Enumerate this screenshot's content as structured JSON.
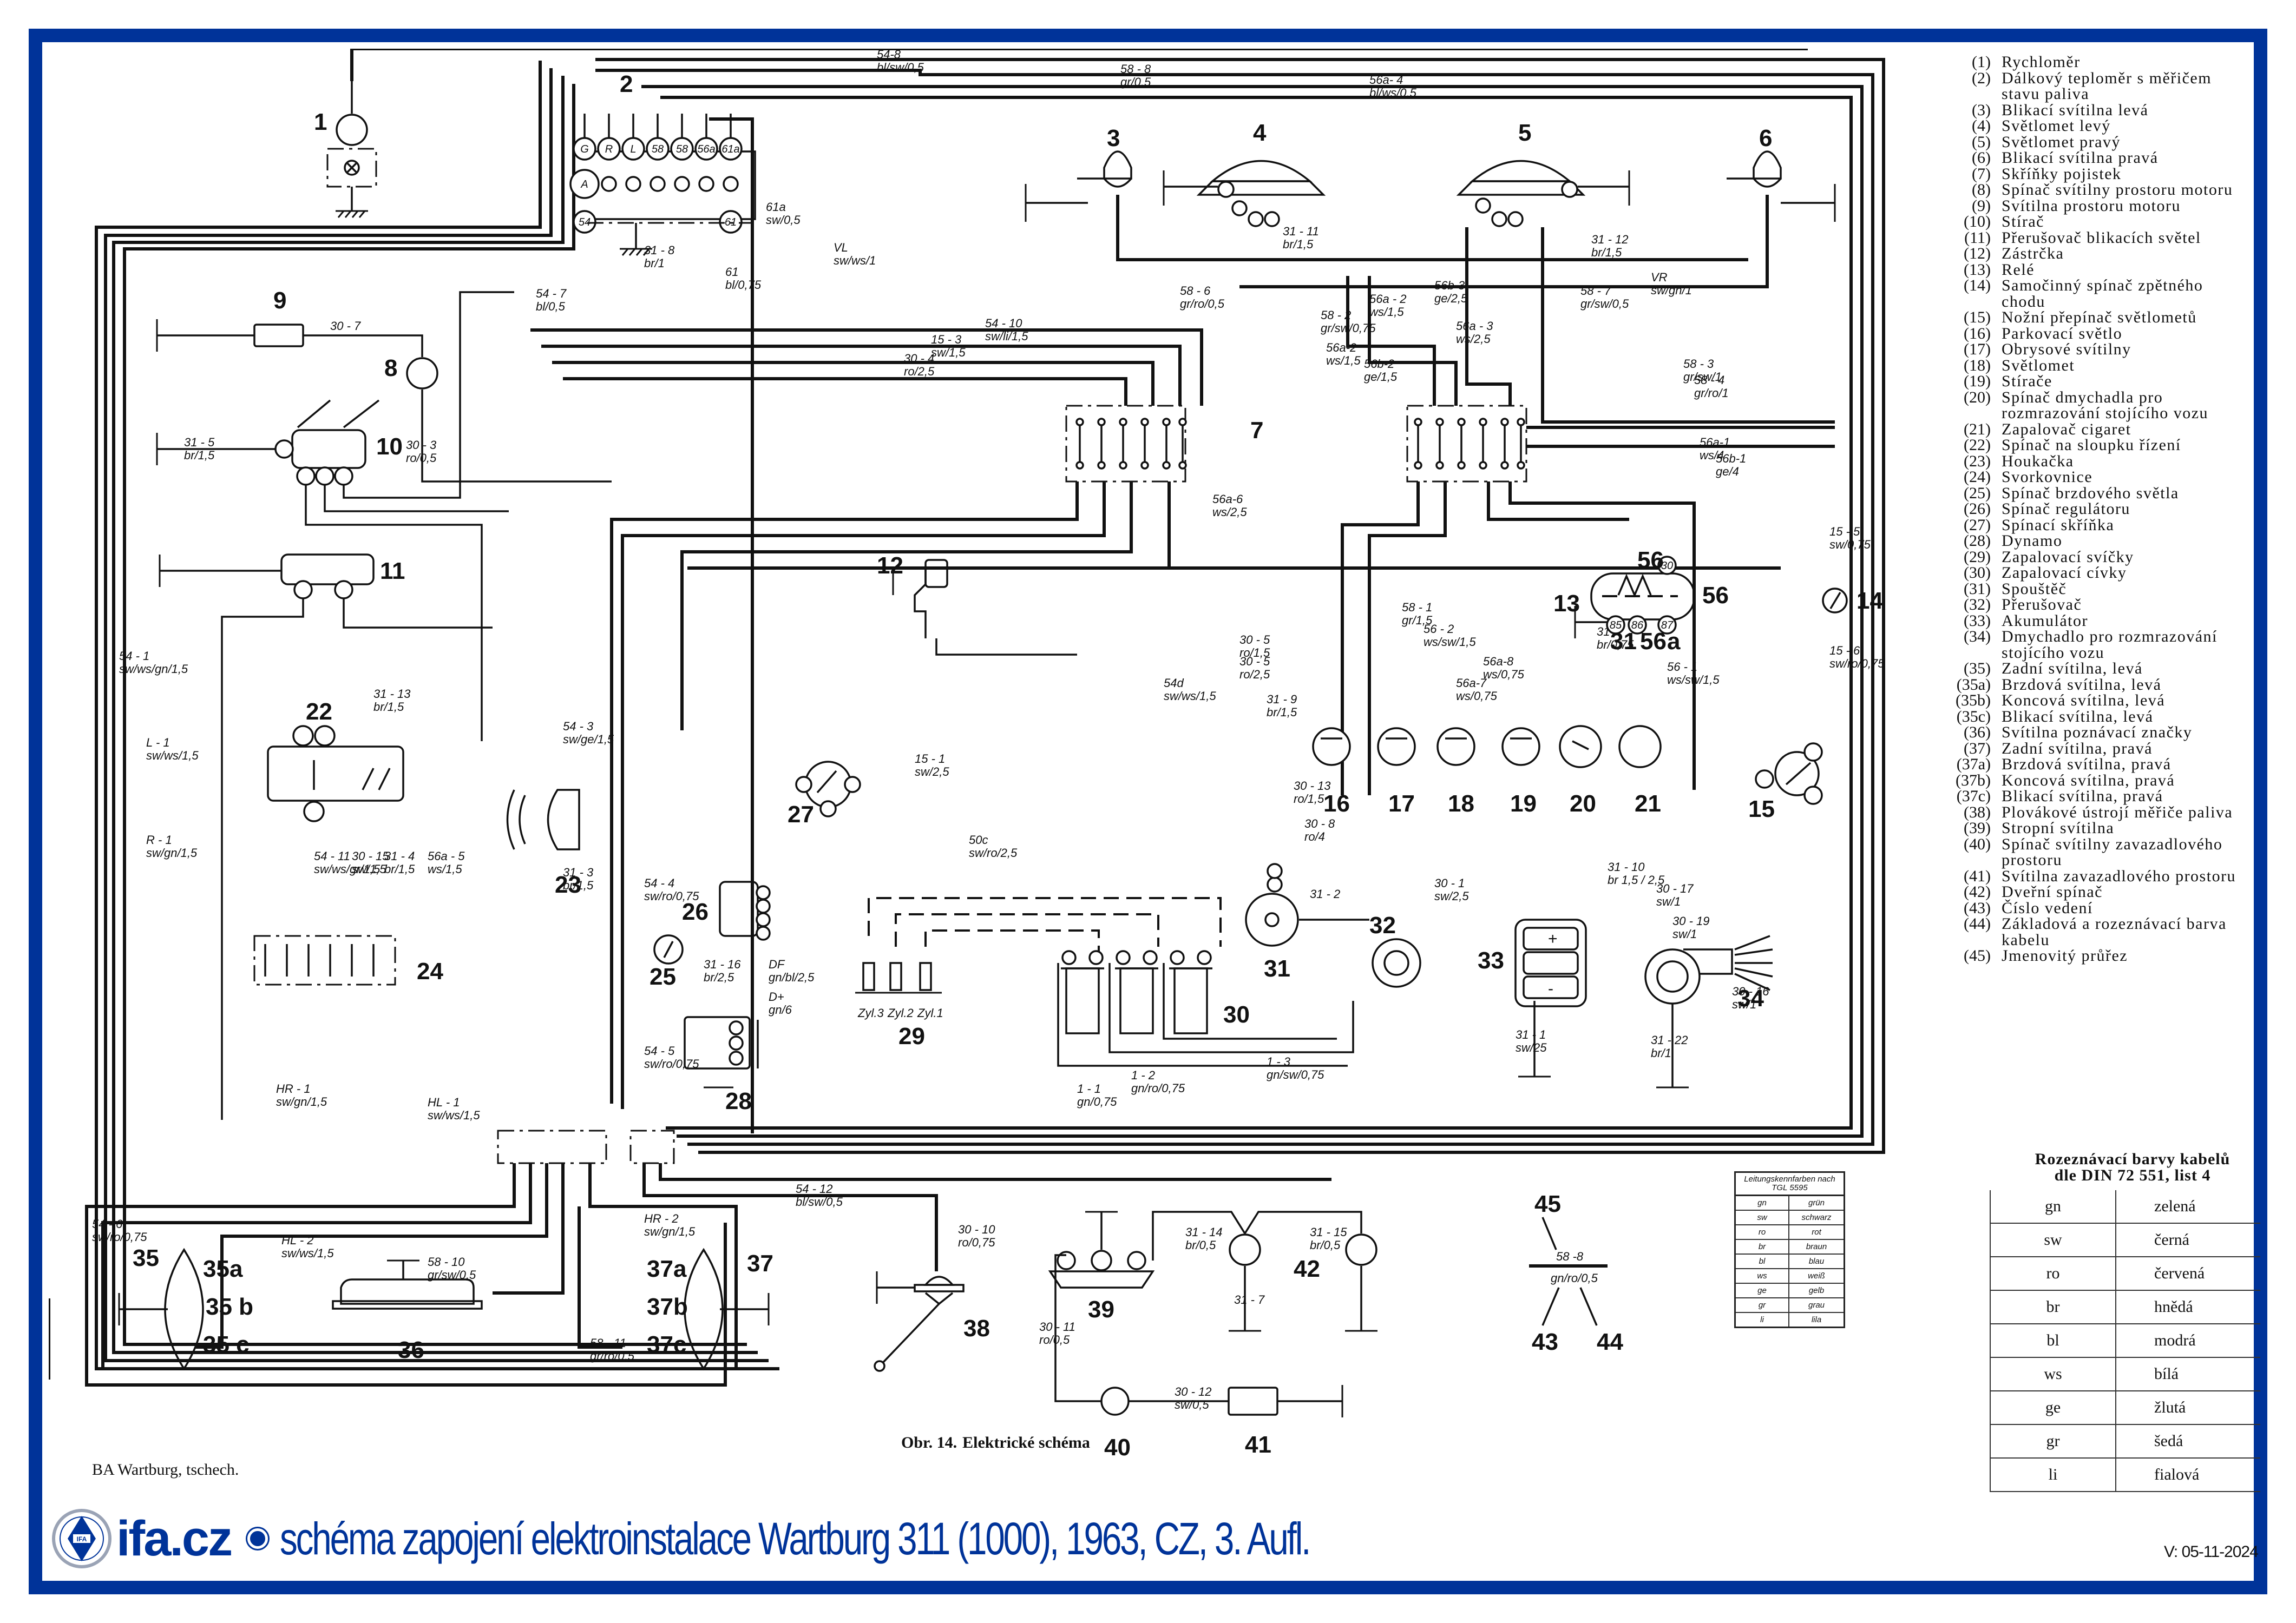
{
  "page": {
    "brand": "ifa.cz",
    "footer_title": "schéma zapojení elektroinstalace Wartburg 311 (1000), 1963, CZ, 3. Aufl.",
    "version": "V: 05-11-2024",
    "frame_color": "#003399",
    "source_note": "BA Wartburg, tschech.",
    "caption_no": "Obr. 14.",
    "caption_text": "Elektrické schéma",
    "logo_ring_text": "INDUSTRIEVERBAND FAHRZEUGBAU DER DDR",
    "logo_center": "IFA"
  },
  "legend": [
    {
      "no": "(1)",
      "text": "Rychloměr"
    },
    {
      "no": "(2)",
      "text": "Dálkový teploměr s měřičem stavu paliva"
    },
    {
      "no": "(3)",
      "text": "Blikací svítilna levá"
    },
    {
      "no": "(4)",
      "text": "Světlomet levý"
    },
    {
      "no": "(5)",
      "text": "Světlomet pravý"
    },
    {
      "no": "(6)",
      "text": "Blikací svítilna pravá"
    },
    {
      "no": "(7)",
      "text": "Skříňky pojistek"
    },
    {
      "no": "(8)",
      "text": "Spínač svítilny prostoru motoru"
    },
    {
      "no": "(9)",
      "text": "Svítilna prostoru motoru"
    },
    {
      "no": "(10)",
      "text": "Stírač"
    },
    {
      "no": "(11)",
      "text": "Přerušovač blikacích světel"
    },
    {
      "no": "(12)",
      "text": "Zástrčka"
    },
    {
      "no": "(13)",
      "text": "Relé"
    },
    {
      "no": "(14)",
      "text": "Samočinný spínač zpětného chodu"
    },
    {
      "no": "(15)",
      "text": "Nožní přepínač světlometů"
    },
    {
      "no": "(16)",
      "text": "Parkovací světlo"
    },
    {
      "no": "(17)",
      "text": "Obrysové svítilny"
    },
    {
      "no": "(18)",
      "text": "Světlomet"
    },
    {
      "no": "(19)",
      "text": "Stírače"
    },
    {
      "no": "(20)",
      "text": "Spínač dmychadla pro rozmrazování stojícího vozu"
    },
    {
      "no": "(21)",
      "text": "Zapalovač cigaret"
    },
    {
      "no": "(22)",
      "text": "Spínač na sloupku řízení"
    },
    {
      "no": "(23)",
      "text": "Houkačka"
    },
    {
      "no": "(24)",
      "text": "Svorkovnice"
    },
    {
      "no": "(25)",
      "text": "Spínač brzdového světla"
    },
    {
      "no": "(26)",
      "text": "Spínač regulátoru"
    },
    {
      "no": "(27)",
      "text": "Spínací skříňka"
    },
    {
      "no": "(28)",
      "text": "Dynamo"
    },
    {
      "no": "(29)",
      "text": "Zapalovací svíčky"
    },
    {
      "no": "(30)",
      "text": "Zapalovací cívky"
    },
    {
      "no": "(31)",
      "text": "Spouštěč"
    },
    {
      "no": "(32)",
      "text": "Přerušovač"
    },
    {
      "no": "(33)",
      "text": "Akumulátor"
    },
    {
      "no": "(34)",
      "text": "Dmychadlo pro rozmrazování stojícího vozu"
    },
    {
      "no": "(35)",
      "text": "Zadní svítilna, levá"
    },
    {
      "no": "(35a)",
      "text": "Brzdová svítilna, levá"
    },
    {
      "no": "(35b)",
      "text": "Koncová svítilna, levá"
    },
    {
      "no": "(35c)",
      "text": "Blikací svítilna, levá"
    },
    {
      "no": "(36)",
      "text": "Svítilna poznávací značky"
    },
    {
      "no": "(37)",
      "text": "Zadní svítilna, pravá"
    },
    {
      "no": "(37a)",
      "text": "Brzdová svítilna, pravá"
    },
    {
      "no": "(37b)",
      "text": "Koncová svítilna, pravá"
    },
    {
      "no": "(37c)",
      "text": "Blikací svítilna, pravá"
    },
    {
      "no": "(38)",
      "text": "Plovákové ústrojí měřiče paliva"
    },
    {
      "no": "(39)",
      "text": "Stropní svítilna"
    },
    {
      "no": "(40)",
      "text": "Spínač svítilny zavazadlového prostoru"
    },
    {
      "no": "(41)",
      "text": "Svítilna zavazadlového prostoru"
    },
    {
      "no": "(42)",
      "text": "Dveřní spínač"
    },
    {
      "no": "(43)",
      "text": "Číslo vedení"
    },
    {
      "no": "(44)",
      "text": "Základová a rozeznávací barva kabelu"
    },
    {
      "no": "(45)",
      "text": "Jmenovitý průřez"
    }
  ],
  "color_table": {
    "title_line1": "Rozeznávací barvy kabelů",
    "title_line2": "dle DIN 72 551, list 4",
    "rows": [
      {
        "code": "gn",
        "name": "zelená"
      },
      {
        "code": "sw",
        "name": "černá"
      },
      {
        "code": "ro",
        "name": "červená"
      },
      {
        "code": "br",
        "name": "hnědá"
      },
      {
        "code": "bl",
        "name": "modrá"
      },
      {
        "code": "ws",
        "name": "bílá"
      },
      {
        "code": "ge",
        "name": "žlutá"
      },
      {
        "code": "gr",
        "name": "šedá"
      },
      {
        "code": "li",
        "name": "fialová"
      }
    ]
  },
  "de_table": {
    "title": "Leitungskennfarben nach TGL 5595",
    "rows": [
      {
        "code": "gn",
        "name": "grün"
      },
      {
        "code": "sw",
        "name": "schwarz"
      },
      {
        "code": "ro",
        "name": "rot"
      },
      {
        "code": "br",
        "name": "braun"
      },
      {
        "code": "bl",
        "name": "blau"
      },
      {
        "code": "ws",
        "name": "weiß"
      },
      {
        "code": "ge",
        "name": "gelb"
      },
      {
        "code": "gr",
        "name": "grau"
      },
      {
        "code": "li",
        "name": "lila"
      }
    ]
  },
  "wire_example": {
    "ref_45": "45",
    "ref_43": "43",
    "ref_44": "44",
    "line_no": "58 -8",
    "color_size": "gn/ro/0,5"
  },
  "components": {
    "c1": "1",
    "c2": "2",
    "c3": "3",
    "c4": "4",
    "c5": "5",
    "c6": "6",
    "c7": "7",
    "c8": "8",
    "c9": "9",
    "c10": "10",
    "c11": "11",
    "c12": "12",
    "c13": "13",
    "c14": "14",
    "c15": "15",
    "c16": "16",
    "c17": "17",
    "c18": "18",
    "c19": "19",
    "c20": "20",
    "c21": "21",
    "c22": "22",
    "c23": "23",
    "c24": "24",
    "c25": "25",
    "c26": "26",
    "c27": "27",
    "c28": "28",
    "c29": "29",
    "c30": "30",
    "c31": "31",
    "c32": "32",
    "c33": "33",
    "c34": "34",
    "c35": "35",
    "c35a": "35a",
    "c35b": "35 b",
    "c35c": "35 c",
    "c36": "36",
    "c37": "37",
    "c37a": "37a",
    "c37b": "37b",
    "c37c": "37c",
    "c38": "38",
    "c39": "39",
    "c40": "40",
    "c41": "41",
    "c42": "42"
  },
  "gauge_pins": [
    "G",
    "R",
    "L",
    "58",
    "58",
    "56a",
    "61a"
  ],
  "gauge_pins_lower": [
    "A",
    "54",
    "61"
  ],
  "relay_pins": {
    "p30": "30",
    "p85": "85",
    "p86": "86",
    "p87": "87",
    "tag31": "31",
    "tag56": "56",
    "taga": "a",
    "tag56top": "56",
    "tag56side": "56"
  },
  "cylinders": [
    "Zyl.3",
    "Zyl.2",
    "Zyl.1"
  ],
  "battery": {
    "plus": "+",
    "minus": "-"
  },
  "wires": [
    {
      "no": "54-8",
      "spec": "bl/sw/0,5"
    },
    {
      "no": "58 - 8",
      "spec": "gr/0,5"
    },
    {
      "no": "56a- 4",
      "spec": "bl/ws/0,5"
    },
    {
      "no": "31 - 8",
      "spec": "br/1"
    },
    {
      "no": "54 - 7",
      "spec": "bl/0,5"
    },
    {
      "no": "61a",
      "spec": "sw/0,5"
    },
    {
      "no": "61",
      "spec": "bl/0,75"
    },
    {
      "no": "VL",
      "spec": "sw/ws/1"
    },
    {
      "no": "VR",
      "spec": "sw/gn/1"
    },
    {
      "no": "30 - 7",
      "spec": ""
    },
    {
      "no": "30 - 3",
      "spec": "ro/0,5"
    },
    {
      "no": "31 - 5",
      "spec": "br/1,5"
    },
    {
      "no": "54 - 10",
      "spec": "sw/li/1,5"
    },
    {
      "no": "15 - 3",
      "spec": "sw/1,5"
    },
    {
      "no": "30 - 4",
      "spec": "ro/2,5"
    },
    {
      "no": "56a-2",
      "spec": "ws/1,5"
    },
    {
      "no": "56b-2",
      "spec": "ge/1,5"
    },
    {
      "no": "56b-3",
      "spec": "ge/2,5"
    },
    {
      "no": "58 - 3",
      "spec": "gr/sw/1"
    },
    {
      "no": "58 - 4",
      "spec": "gr/ro/1"
    },
    {
      "no": "56a-6",
      "spec": "ws/2,5"
    },
    {
      "no": "56a-1",
      "spec": "ws/4"
    },
    {
      "no": "56b-1",
      "spec": "ge/4"
    },
    {
      "no": "56 - 2",
      "spec": "ws/sw/1,5"
    },
    {
      "no": "56a-8",
      "spec": "ws/0,75"
    },
    {
      "no": "56a-7",
      "spec": "ws/0,75"
    },
    {
      "no": "56 - 1",
      "spec": "ws/sw/1,5"
    },
    {
      "no": "31",
      "spec": "br/0,75"
    },
    {
      "no": "15 - 5",
      "spec": "sw/0,75"
    },
    {
      "no": "15 - 6",
      "spec": "sw/ro/0,75"
    },
    {
      "no": "30 - 5",
      "spec": "ro/1,5"
    },
    {
      "no": "30 - 5",
      "spec": "ro/2,5"
    },
    {
      "no": "54d",
      "spec": "sw/ws/1,5"
    },
    {
      "no": "31 - 9",
      "spec": "br/1,5"
    },
    {
      "no": "15 - 1",
      "spec": "sw/2,5"
    },
    {
      "no": "30 - 13",
      "spec": "ro/1,5"
    },
    {
      "no": "30 - 8",
      "spec": "ro/4"
    },
    {
      "no": "50c",
      "spec": "sw/ro/2,5"
    },
    {
      "no": "31 - 2",
      "spec": ""
    },
    {
      "no": "30 - 1",
      "spec": "sw/2,5"
    },
    {
      "no": "31 - 10",
      "spec": "br 1,5 / 2,5"
    },
    {
      "no": "30 - 17",
      "spec": "sw/1"
    },
    {
      "no": "30 - 19",
      "spec": "sw/1"
    },
    {
      "no": "30 - 16",
      "spec": "sw/1"
    },
    {
      "no": "31 - 1",
      "spec": "sw/25"
    },
    {
      "no": "31 - 22",
      "spec": "br/1"
    },
    {
      "no": "1 - 1",
      "spec": "gn/0,75"
    },
    {
      "no": "1 - 2",
      "spec": "gn/ro/0,75"
    },
    {
      "no": "1 - 3",
      "spec": "gn/sw/0,75"
    },
    {
      "no": "31 - 16",
      "spec": "br/2,5"
    },
    {
      "no": "DF",
      "spec": "gn/bl/2,5"
    },
    {
      "no": "D+",
      "spec": "gn/6"
    },
    {
      "no": "54 - 1",
      "spec": "sw/ws/gn/1,5"
    },
    {
      "no": "L - 1",
      "spec": "sw/ws/1,5"
    },
    {
      "no": "R - 1",
      "spec": "sw/gn/1,5"
    },
    {
      "no": "54 - 11",
      "spec": "sw/ws/gr/1,5"
    },
    {
      "no": "30 - 15",
      "spec": "sw/1,5"
    },
    {
      "no": "31 - 4",
      "spec": "br/1,5"
    },
    {
      "no": "56a - 5",
      "spec": "ws/1,5"
    },
    {
      "no": "31 - 13",
      "spec": "br/1,5"
    },
    {
      "no": "54 - 3",
      "spec": "sw/ge/1,5"
    },
    {
      "no": "31 - 3",
      "spec": "br/1,5"
    },
    {
      "no": "54 - 4",
      "spec": "sw/ro/0,75"
    },
    {
      "no": "54 - 5",
      "spec": "sw/ro/0,75"
    },
    {
      "no": "HR - 1",
      "spec": "sw/gn/1,5"
    },
    {
      "no": "HL - 1",
      "spec": "sw/ws/1,5"
    },
    {
      "no": "54 - 6",
      "spec": "sw/ro/0,75"
    },
    {
      "no": "HL - 2",
      "spec": "sw/ws/1,5"
    },
    {
      "no": "58 - 10",
      "spec": "gr/sw/0,5"
    },
    {
      "no": "HR - 2",
      "spec": "sw/gn/1,5"
    },
    {
      "no": "58 - 11",
      "spec": "gr/ro/0,5"
    },
    {
      "no": "54 - 12",
      "spec": "bl/sw/0,5"
    },
    {
      "no": "30 - 10",
      "spec": "ro/0,75"
    },
    {
      "no": "30 - 11",
      "spec": "ro/0,5"
    },
    {
      "no": "30 - 12",
      "spec": "sw/0,5"
    },
    {
      "no": "31 - 14",
      "spec": "br/0,5"
    },
    {
      "no": "31 - 15",
      "spec": "br/0,5"
    },
    {
      "no": "31 - 7",
      "spec": ""
    },
    {
      "no": "31 - 11",
      "spec": "br/1,5"
    },
    {
      "no": "31 - 12",
      "spec": "br/1,5"
    },
    {
      "no": "58 - 6",
      "spec": "gr/ro/0,5"
    },
    {
      "no": "58 - 7",
      "spec": "gr/sw/0,5"
    },
    {
      "no": "56a - 3",
      "spec": "ws/2,5"
    },
    {
      "no": "56a - 2",
      "spec": "ws/1,5"
    },
    {
      "no": "58 - 2",
      "spec": "gr/sw/0,75"
    },
    {
      "no": "58 - 1",
      "spec": "gr/1,5"
    }
  ]
}
